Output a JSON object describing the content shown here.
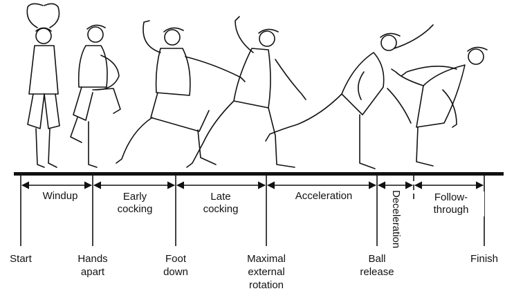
{
  "phases": [
    {
      "label": "Windup"
    },
    {
      "label": "Early\ncocking"
    },
    {
      "label": "Late\ncocking"
    },
    {
      "label": "Acceleration"
    },
    {
      "label": "Deceleration"
    },
    {
      "label": "Follow-\nthrough"
    }
  ],
  "events": [
    {
      "label": "Start"
    },
    {
      "label": "Hands\napart"
    },
    {
      "label": "Foot\ndown"
    },
    {
      "label": "Maximal\nexternal\nrotation"
    },
    {
      "label": "Ball\nrelease"
    },
    {
      "label": "Finish"
    }
  ],
  "figures": [
    {
      "name": "figure-windup-start"
    },
    {
      "name": "figure-hands-apart"
    },
    {
      "name": "figure-foot-down"
    },
    {
      "name": "figure-max-external-rotation"
    },
    {
      "name": "figure-ball-release"
    },
    {
      "name": "figure-finish"
    }
  ],
  "colors": {
    "ink": "#111111",
    "background": "#ffffff"
  }
}
